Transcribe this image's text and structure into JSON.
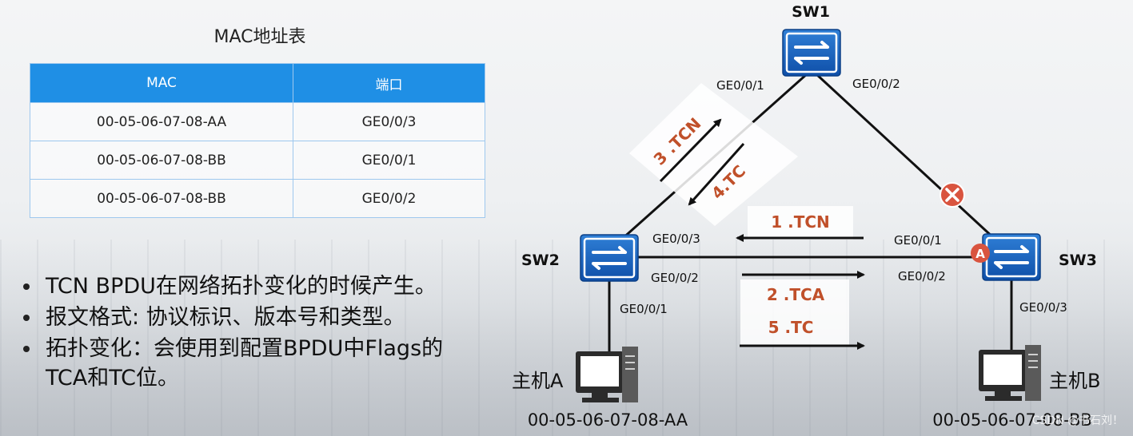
{
  "table": {
    "title": "MAC地址表",
    "headers": [
      "MAC",
      "端口"
    ],
    "rows": [
      [
        "00-05-06-07-08-AA",
        "GE0/0/3"
      ],
      [
        "00-05-06-07-08-BB",
        "GE0/0/1"
      ],
      [
        "00-05-06-07-08-BB",
        "GE0/0/2"
      ]
    ]
  },
  "bullets": [
    "TCN BPDU在网络拓扑变化的时候产生。",
    "报文格式: 协议标识、版本号和类型。",
    "拓扑变化：会使用到配置BPDU中Flags的TCA和TC位。"
  ],
  "switches": {
    "sw1": "SW1",
    "sw2": "SW2",
    "sw3": "SW3"
  },
  "ports": {
    "sw1_left": "GE0/0/1",
    "sw1_right": "GE0/0/2",
    "sw2_top": "GE0/0/3",
    "sw2_right": "GE0/0/2",
    "sw2_bottom": "GE0/0/1",
    "sw3_top": "GE0/0/1",
    "sw3_left": "GE0/0/2",
    "sw3_bottom": "GE0/0/3"
  },
  "messages": {
    "m1": "1 .TCN",
    "m2": "2 .TCA",
    "m3": "3 .TCN",
    "m4": "4.TC",
    "m5": "5 .TC"
  },
  "port_role": "A",
  "hosts": {
    "a_label": "主机A",
    "a_mac": "00-05-06-07-08-AA",
    "b_label": "主机B",
    "b_mac": "00-05-06-07-08-BB"
  },
  "watermark": "CSDN @书石刘！",
  "colors": {
    "table_header": "#1f8fe5",
    "switch_blue": "#1565c0",
    "message_red": "#c0502a",
    "blocked_red": "#d9543f"
  }
}
